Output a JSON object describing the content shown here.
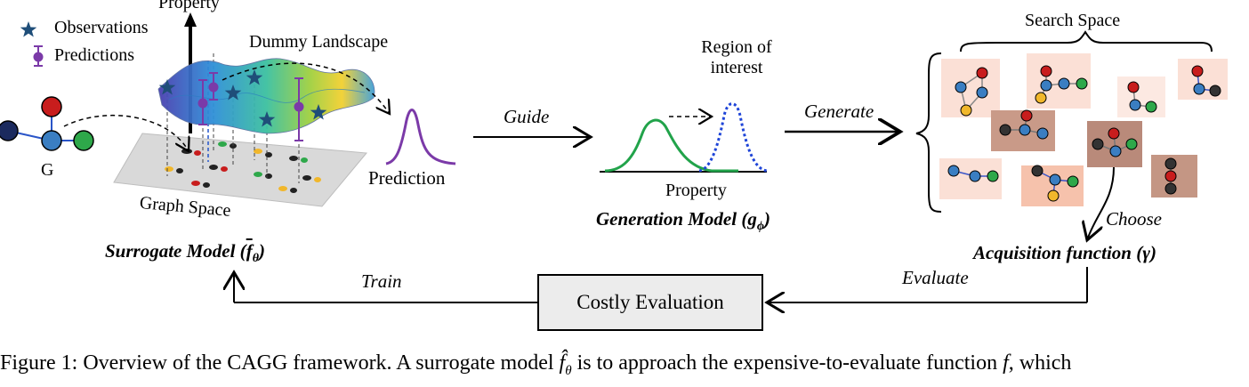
{
  "surrogate": {
    "axis_label": "Property",
    "legend_observations": "Observations",
    "legend_predictions": "Predictions",
    "landscape_label": "Dummy Landscape",
    "graph_label": "G",
    "graph_space_label": "Graph Space",
    "prediction_label": "Prediction",
    "title": "Surrogate Model (",
    "title_symbol": "f",
    "title_sub": "θ",
    "title_close": ")"
  },
  "generation": {
    "region_label_line1": "Region of",
    "region_label_line2": "interest",
    "axis_label": "Property",
    "title": "Generation Model (",
    "title_symbol": "g",
    "title_sub": "ϕ",
    "title_close": ")"
  },
  "search": {
    "label": "Search Space",
    "choose_label": "Choose",
    "title": "Acquisition function (γ)"
  },
  "arrows": {
    "guide": "Guide",
    "generate": "Generate",
    "train": "Train",
    "evaluate": "Evaluate"
  },
  "costly_evaluation": "Costly Evaluation",
  "caption": "Figure 1: Overview of the CAGG framework. A surrogate model",
  "caption_symbol": "f̂",
  "caption_sub": "θ",
  "caption_tail": "is to approach the expensive-to-evaluate function",
  "caption_func": "f",
  "caption_end": ", which",
  "colors": {
    "star": "#1f4e79",
    "prediction": "#7b3aa8",
    "green_curve": "#21a34a",
    "blue_dotted": "#1f45d8",
    "node_red": "#c81d1d",
    "node_blue": "#3a7ec2",
    "node_green": "#2ea84a",
    "node_navy": "#1b2a5e",
    "node_yellow": "#f1b72b",
    "box_bg": "#ececec"
  }
}
